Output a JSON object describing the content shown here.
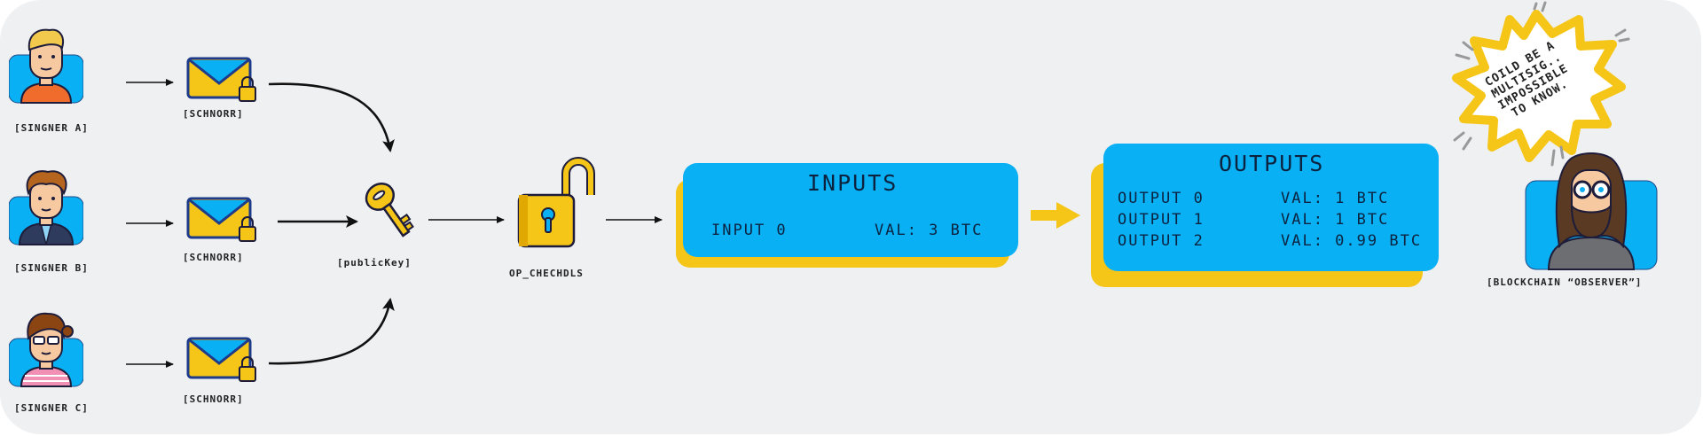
{
  "signers": [
    {
      "label": "[SINGNER A]",
      "signature_label": "[SCHNORR]"
    },
    {
      "label": "[SINGNER B]",
      "signature_label": "[SCHNORR]"
    },
    {
      "label": "[SINGNER C]",
      "signature_label": "[SCHNORR]"
    }
  ],
  "key_label": "[publicKey]",
  "lock_label": "OP_CHECHDLS",
  "inputs": {
    "title": "INPUTS",
    "rows": [
      {
        "name": "INPUT 0",
        "value": "VAL: 3 BTC"
      }
    ]
  },
  "outputs": {
    "title": "OUTPUTS",
    "rows": [
      {
        "name": "OUTPUT 0",
        "value": "VAL: 1 BTC"
      },
      {
        "name": "OUTPUT 1",
        "value": "VAL: 1 BTC"
      },
      {
        "name": "OUTPUT 2",
        "value": "VAL: 0.99 BTC"
      }
    ]
  },
  "observer": {
    "label": "[BLOCKCHAIN “OBSERVER”]",
    "bubble_lines": [
      "COILD BE A",
      "MULTISIG..",
      "IMPOSSIBLE",
      "TO KNOW."
    ]
  },
  "colors": {
    "accent_blue": "#0ab0f4",
    "accent_yellow": "#f5c518",
    "background": "#eff0f2"
  }
}
